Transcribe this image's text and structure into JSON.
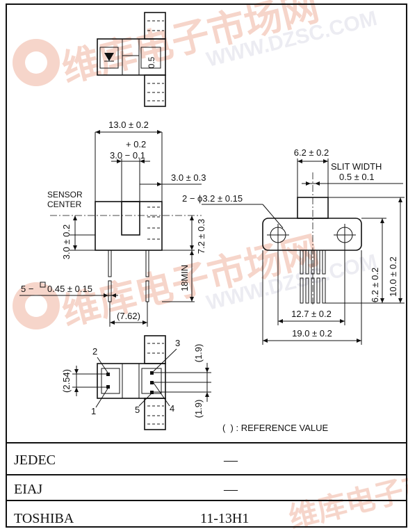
{
  "watermark": {
    "text": "维库电子市场网",
    "url": "WWW.DZSC.COM",
    "color": "#f3c7b8"
  },
  "top_view": {
    "slit_label": "0.5"
  },
  "front_view": {
    "width_dim": "13.0 ± 0.2",
    "slit_tol_upper": "+ 0.2",
    "slit_dim": "3.0 − 0.1",
    "right_dim": "3.0 ± 0.3",
    "sensor_center_line1": "SENSOR",
    "sensor_center_line2": "CENTER",
    "lower_height_dim": "3.0 ± 0.2",
    "body_height_dim": "7.2 ± 0.3",
    "lead_length_dim": "18MIN",
    "lead_size_prefix": "5 −",
    "lead_size_dim": "0.45 ± 0.15",
    "lead_pitch_dim": "(7.62)"
  },
  "side_view": {
    "top_width_dim": "6.2 ± 0.2",
    "slit_width_label": "SLIT WIDTH",
    "slit_width_dim": "0.5 ± 0.1",
    "hole_dim": "2 − ϕ3.2 ± 0.15",
    "hole_spacing_dim": "12.7 ± 0.2",
    "overall_width_dim": "19.0 ± 0.2",
    "mount_height_dim": "6.2 ± 0.2",
    "total_height_dim": "10.0 ± 0.2"
  },
  "bottom_view": {
    "pin_labels": [
      "1",
      "2",
      "3",
      "4",
      "5"
    ],
    "pitch_left_dim": "(2.54)",
    "pitch_right_top_dim": "(1.9)",
    "pitch_right_bottom_dim": "(1.9)"
  },
  "reference_note": "(  ) : REFERENCE VALUE",
  "package_table": [
    {
      "standard": "JEDEC",
      "value": "—"
    },
    {
      "standard": "EIAJ",
      "value": "—"
    },
    {
      "standard": "TOSHIBA",
      "value": "11-13H1"
    }
  ]
}
